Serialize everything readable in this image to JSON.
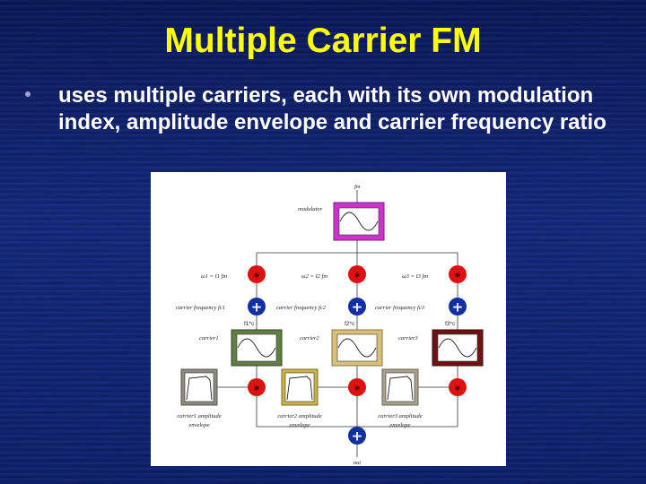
{
  "slide": {
    "title": "Multiple Carrier FM",
    "bullet": "uses multiple carriers, each with its own modulation index, amplitude envelope and carrier frequency ratio"
  },
  "diagram": {
    "top_label": "fm",
    "modulator_label": "modulator",
    "index_labels": [
      "ω1 = I1 fm",
      "ω2 = I2 fm",
      "ω3 = I3 fm"
    ],
    "carrier_freq_labels": [
      "carrier frequency fc1",
      "carrier frequency fc2",
      "carrier frequency fc3"
    ],
    "ratio_labels": [
      "f1*c",
      "f2*c",
      "f3*c"
    ],
    "carrier_labels": [
      "carrier1",
      "carrier2",
      "carrier3"
    ],
    "envelope_labels": [
      [
        "carrier1 amplitude",
        "envelope"
      ],
      [
        "carrier2 amplitude",
        "envelope"
      ],
      [
        "carrier3 amplitude",
        "envelope"
      ]
    ],
    "output_label": "out",
    "multiply_symbol": "*",
    "add_symbol": "+",
    "colors": {
      "modulator_box": "#cc33cc",
      "carrier_boxes": [
        "#5f7f45",
        "#d9c07a",
        "#6e1212"
      ],
      "envelope_boxes": [
        "#8a8a7e",
        "#c9b34a",
        "#a9a18e"
      ],
      "multiply_node": "#dd1111",
      "add_node": "#1030a0"
    }
  }
}
